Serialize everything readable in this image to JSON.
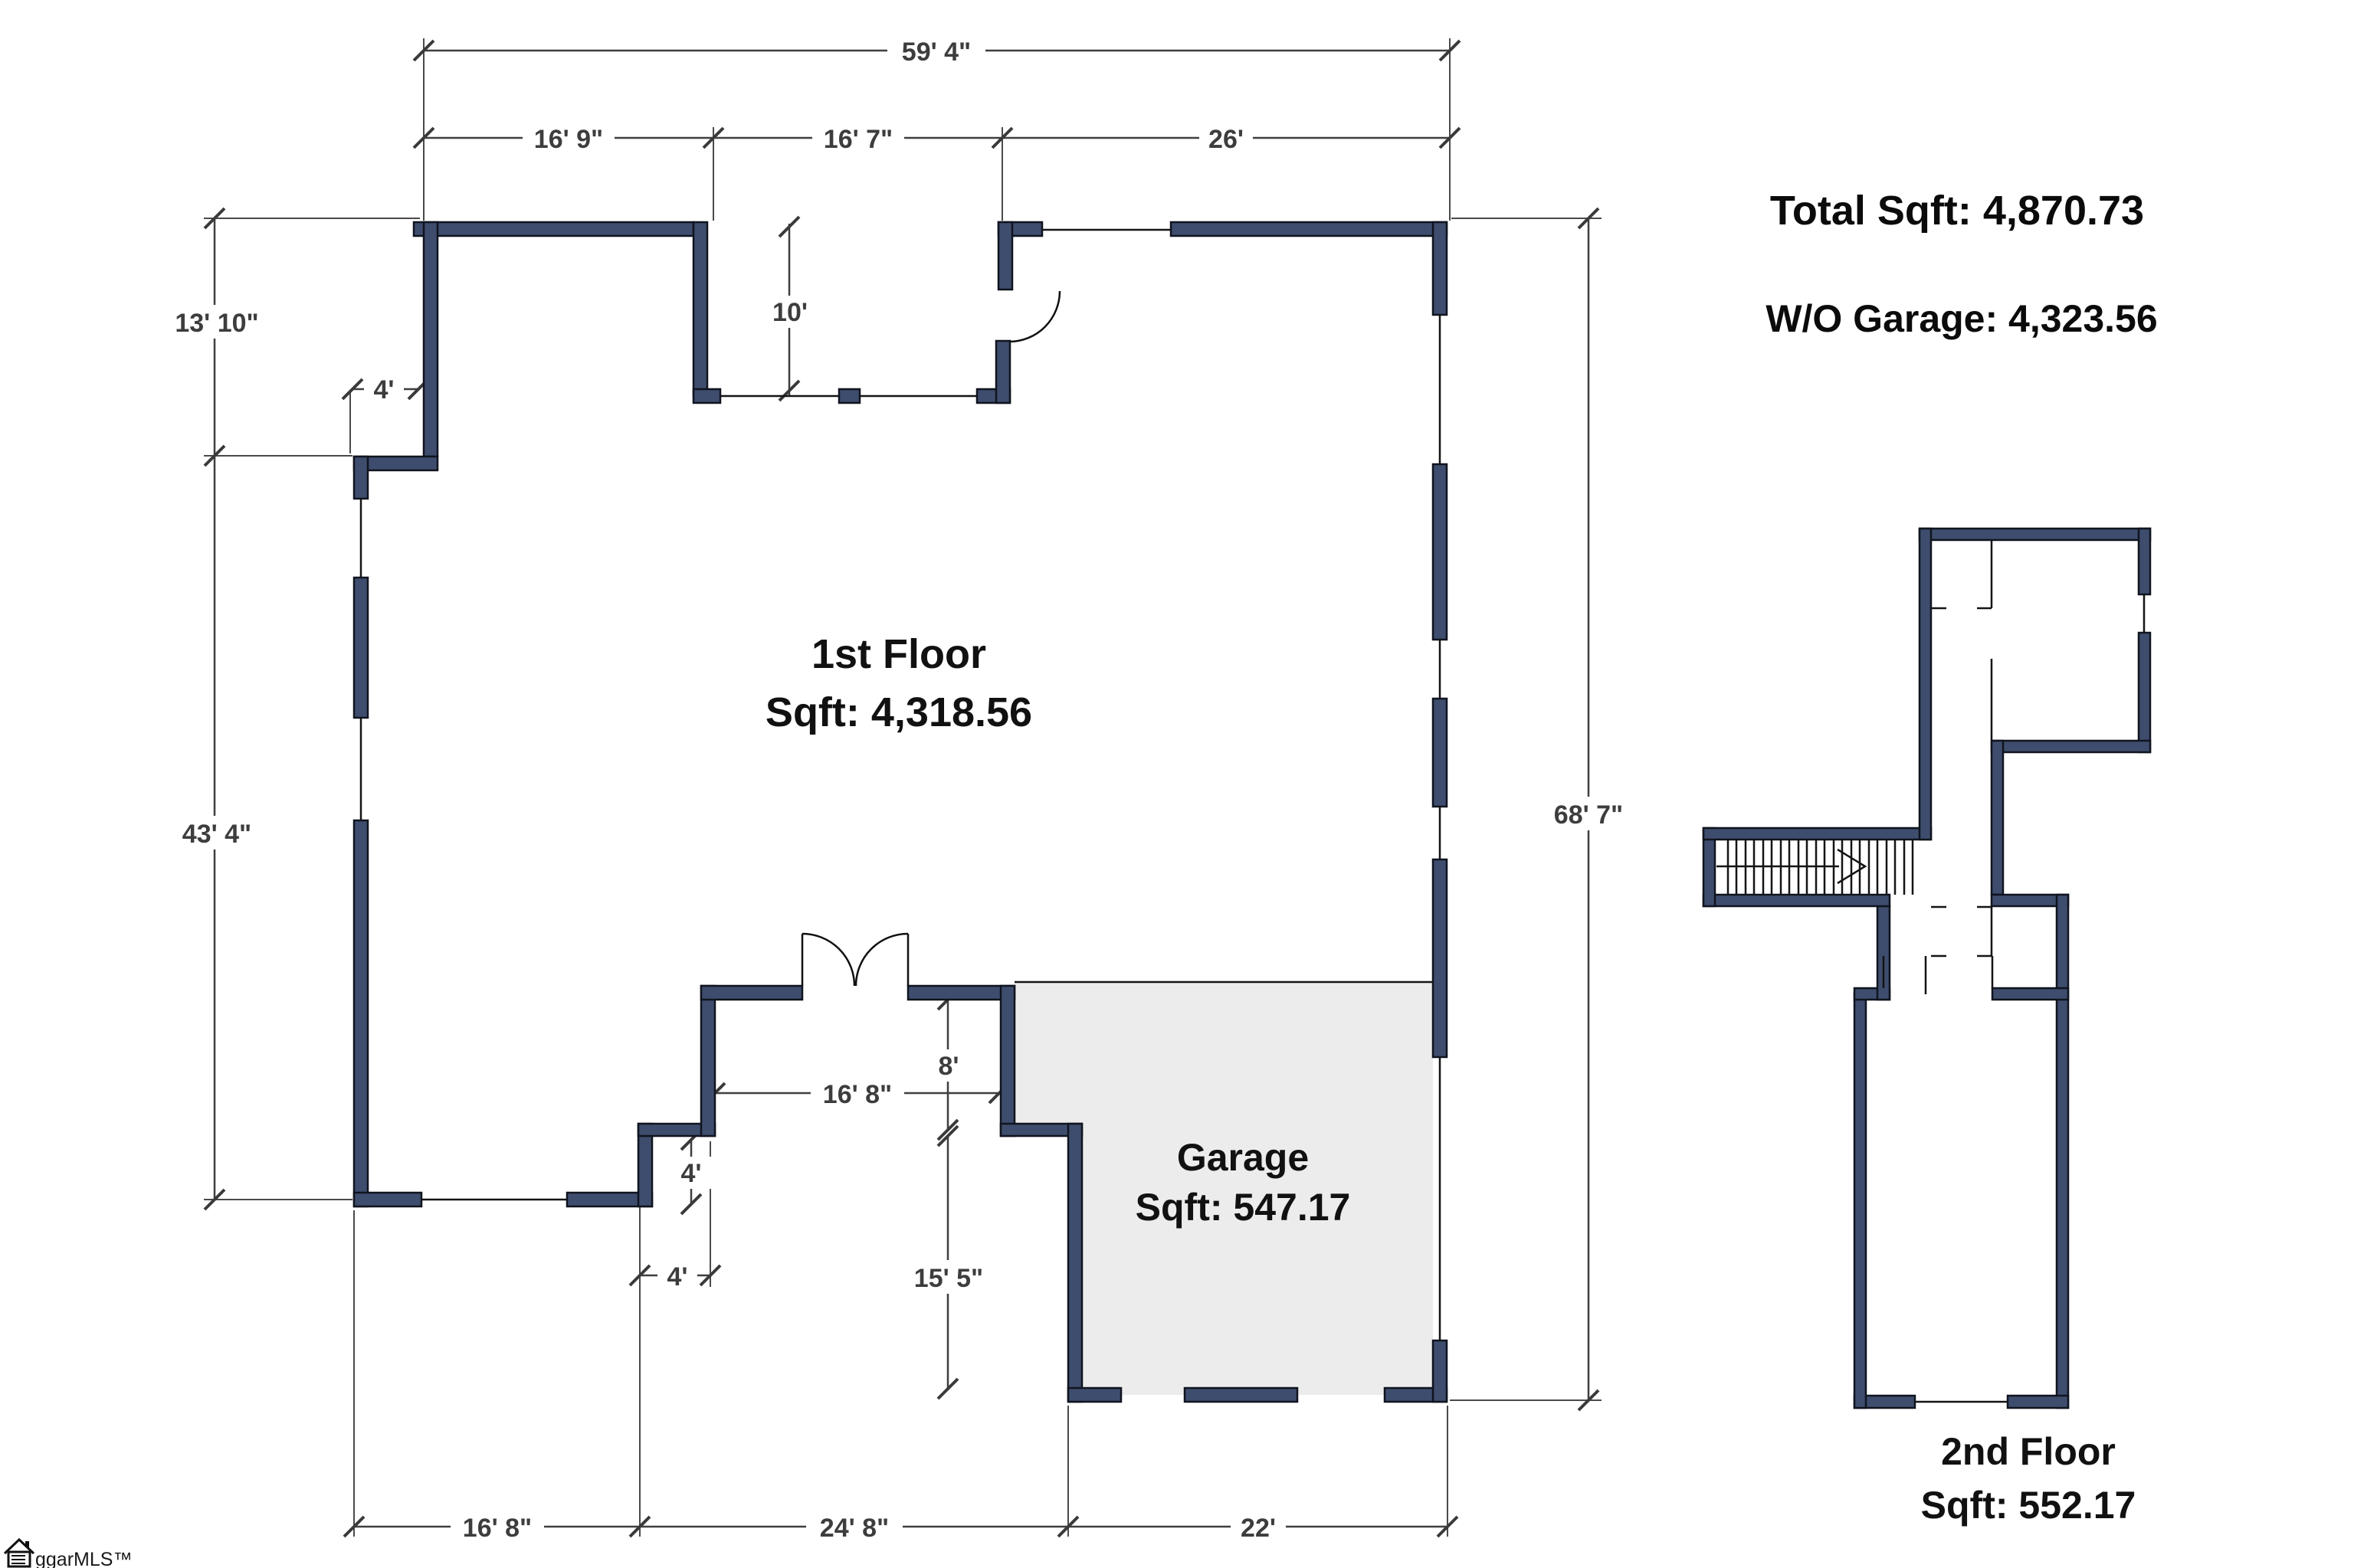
{
  "header": {
    "total_sqft": "Total Sqft: 4,870.73",
    "wo_garage": "W/O Garage: 4,323.56"
  },
  "floors": {
    "first": {
      "name": "1st Floor",
      "sqft": "Sqft: 4,318.56"
    },
    "garage": {
      "name": "Garage",
      "sqft": "Sqft: 547.17"
    },
    "second": {
      "name": "2nd Floor",
      "sqft": "Sqft: 552.17"
    }
  },
  "dimensions": {
    "top_total": "59' 4\"",
    "top_left": "16' 9\"",
    "top_mid": "16' 7\"",
    "top_right": "26'",
    "left_upper": "13' 10\"",
    "left_lower": "43' 4\"",
    "right_total": "68' 7\"",
    "recess_depth": "10'",
    "step_top": "4'",
    "porch_width": "16' 8\"",
    "porch_depth": "8'",
    "garage_side": "15' 5\"",
    "step_vertical": "4'",
    "step_horizontal": "4'",
    "bottom_left": "16' 8\"",
    "bottom_mid": "24' 8\"",
    "bottom_right": "22'"
  },
  "logo": {
    "text": "ggarMLS™"
  },
  "colors": {
    "wall": "#3e4d6d",
    "wall_outline": "#10141f",
    "dimension": "#3d3d3d",
    "garage_fill": "#ececec",
    "text": "#111111"
  }
}
